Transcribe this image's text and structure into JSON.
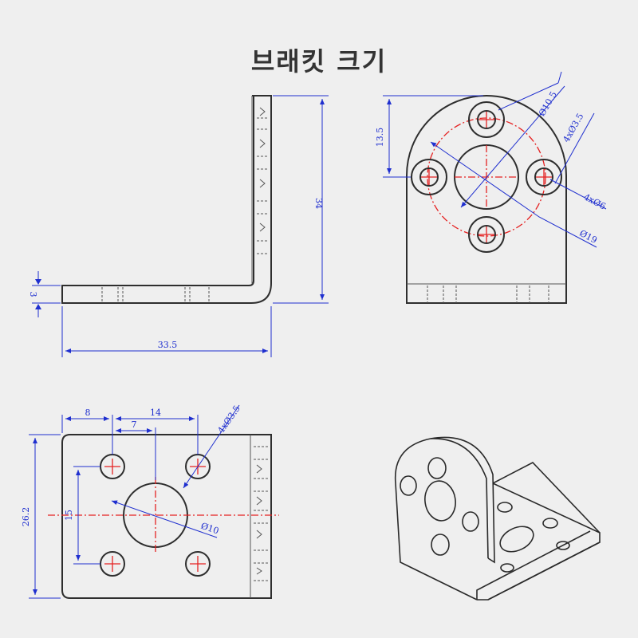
{
  "title": "브래킷 크기",
  "colors": {
    "dimension": "#1f2fcf",
    "centerline": "#e52222",
    "part": "#2e2e2e",
    "background": "#efefef"
  },
  "side_view": {
    "height": "34",
    "width": "33.5",
    "thickness": "3"
  },
  "front_view": {
    "hole_offset": "13.5",
    "small_hole": "Ø10.5",
    "bolt_holes": "4xØ3.5",
    "bore": "Ø19",
    "nuts": "4xØ6"
  },
  "top_view": {
    "edge_offset": "8",
    "hole_spacing_x": "14",
    "half_spacing": "7",
    "hole_spacing_y": "15",
    "depth": "26.2",
    "bolt_holes": "4xØ3.5",
    "bore": "Ø10"
  }
}
